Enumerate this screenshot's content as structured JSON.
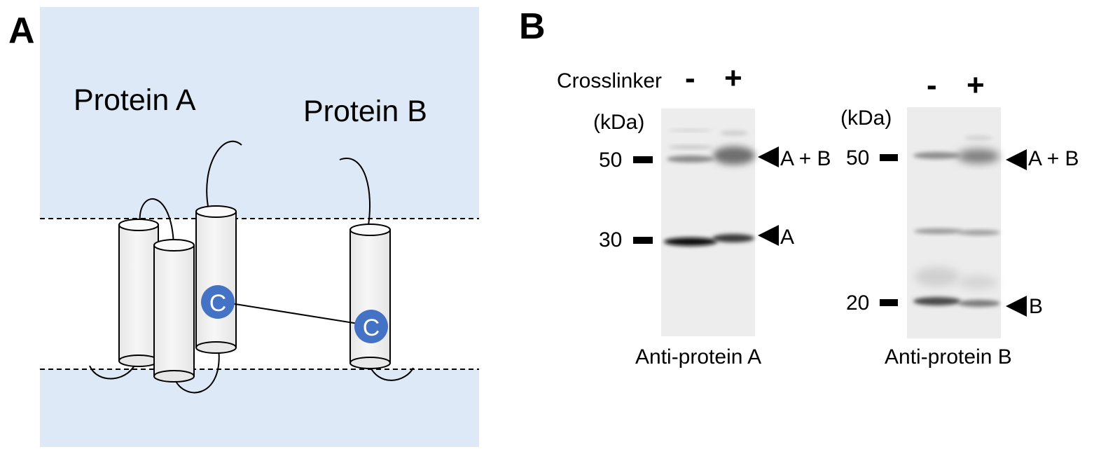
{
  "panels": {
    "a": {
      "letter": "A",
      "protein_a_label": "Protein A",
      "protein_b_label": "Protein B",
      "cysteine_label": "C",
      "colors": {
        "membrane_background": "#dde9f6",
        "cylinder_fill": "#f2f2f2",
        "cysteine_fill": "#4472c4",
        "cysteine_text": "#ffffff"
      }
    },
    "b": {
      "letter": "B",
      "crosslinker_label": "Crosslinker",
      "minus": "-",
      "plus": "+",
      "blots": [
        {
          "unit_label": "(kDa)",
          "markers": [
            "50",
            "30"
          ],
          "bands": [
            "A + B",
            "A"
          ],
          "caption": "Anti-protein A"
        },
        {
          "unit_label": "(kDa)",
          "markers": [
            "50",
            "20"
          ],
          "bands": [
            "A + B",
            "B"
          ],
          "caption": "Anti-protein B"
        }
      ]
    }
  }
}
